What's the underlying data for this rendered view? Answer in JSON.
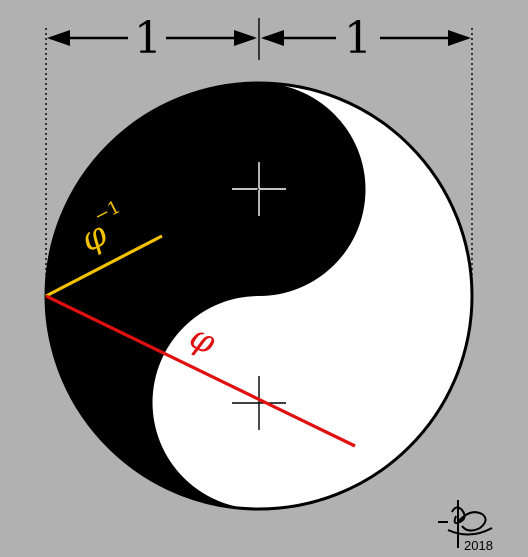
{
  "dimension_labels": {
    "left": "1",
    "right": "1"
  },
  "segment_labels": {
    "inverse_phi_base": "φ",
    "inverse_phi_exponent": "−1",
    "phi": "φ"
  },
  "signature": {
    "year": "2018"
  },
  "colors": {
    "background": "#b1b1b1",
    "yin": "#000000",
    "yang": "#ffffff",
    "inverse_phi_segment": "#f2c200",
    "phi_segment": "#e01010",
    "phi_label": "#e01010",
    "inverse_phi_label": "#f2c200"
  },
  "icons": {
    "signature": "artist-monogram-icon"
  }
}
